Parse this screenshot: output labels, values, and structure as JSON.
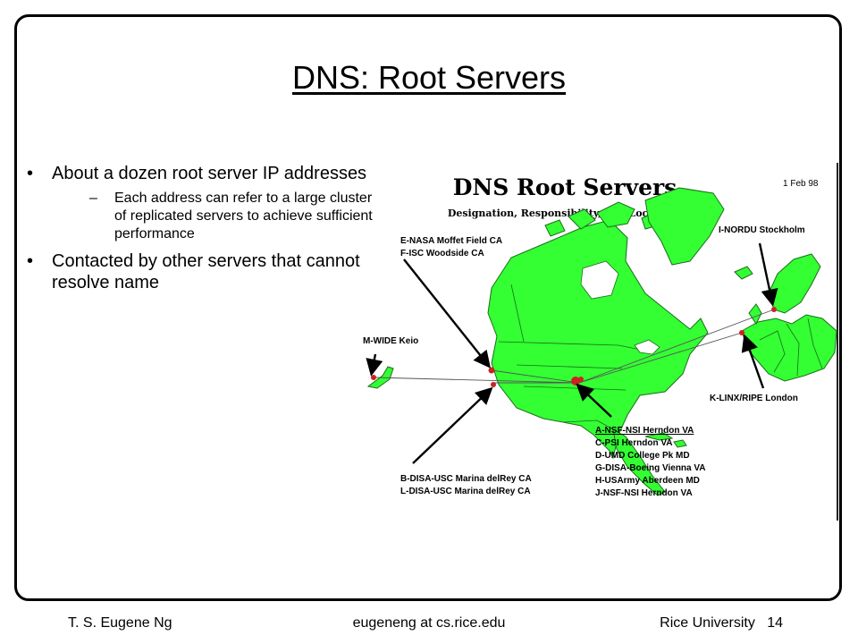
{
  "slide": {
    "title": "DNS: Root Servers",
    "bullets": [
      {
        "text": "About a dozen root server IP addresses",
        "sub": "Each address can refer to a large cluster of replicated servers to achieve sufficient performance"
      },
      {
        "text": "Contacted by other servers that cannot resolve name",
        "sub": ""
      }
    ]
  },
  "figure": {
    "title": "DNS Root Servers",
    "subtitle": "Designation, Responsibility, and Locations",
    "date": "1 Feb 98",
    "labels": {
      "nasa": [
        "E-NASA Moffet Field CA",
        "F-ISC Woodside CA"
      ],
      "nordu": [
        "I-NORDU Stockholm"
      ],
      "wide": [
        "M-WIDE Keio"
      ],
      "linx": [
        "K-LINX/RIPE London"
      ],
      "disa": [
        "B-DISA-USC Marina delRey CA",
        "L-DISA-USC Marina delRey CA"
      ],
      "herndon": [
        "A-NSF-NSI Herndon VA",
        "C-PSI Herndon VA",
        "D-UMD College Pk MD",
        "G-DISA-Boeing Vienna VA",
        "H-USArmy Aberdeen MD",
        "J-NSF-NSI Herndon VA"
      ]
    },
    "colors": {
      "land": "#33ff33",
      "outline": "#1a6e1a",
      "marker": "#cc2222"
    }
  },
  "footer": {
    "author": "T. S. Eugene Ng",
    "email": "eugeneng at cs.rice.edu",
    "institution": "Rice University",
    "page": "14"
  }
}
